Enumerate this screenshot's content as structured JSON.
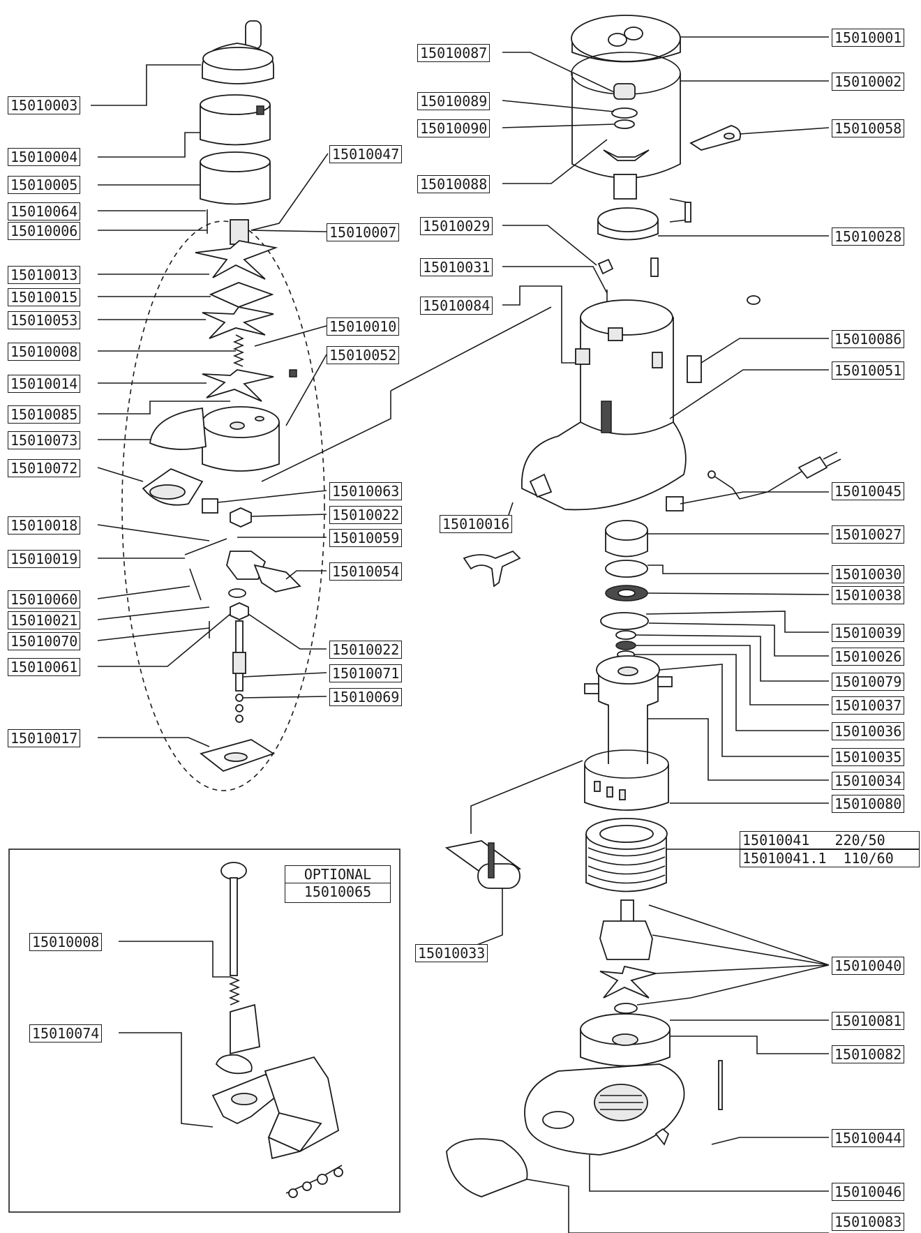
{
  "labels": {
    "p15010003": "15010003",
    "p15010004": "15010004",
    "p15010005": "15010005",
    "p15010064": "15010064",
    "p15010006": "15010006",
    "p15010047": "15010047",
    "p15010007": "15010007",
    "p15010013": "15010013",
    "p15010015": "15010015",
    "p15010053": "15010053",
    "p15010010": "15010010",
    "p15010008": "15010008",
    "p15010052": "15010052",
    "p15010014": "15010014",
    "p15010085": "15010085",
    "p15010073": "15010073",
    "p15010072": "15010072",
    "p15010063": "15010063",
    "p15010022a": "15010022",
    "p15010018": "15010018",
    "p15010059": "15010059",
    "p15010019": "15010019",
    "p15010054": "15010054",
    "p15010060": "15010060",
    "p15010021": "15010021",
    "p15010070": "15010070",
    "p15010061": "15010061",
    "p15010022b": "15010022",
    "p15010071": "15010071",
    "p15010069": "15010069",
    "p15010017": "15010017",
    "p15010087": "15010087",
    "p15010089": "15010089",
    "p15010090": "15010090",
    "p15010088": "15010088",
    "p15010029": "15010029",
    "p15010031": "15010031",
    "p15010084": "15010084",
    "p15010016": "15010016",
    "p15010033": "15010033",
    "p15010001": "15010001",
    "p15010002": "15010002",
    "p15010058": "15010058",
    "p15010028": "15010028",
    "p15010086": "15010086",
    "p15010051": "15010051",
    "p15010045": "15010045",
    "p15010027": "15010027",
    "p15010030": "15010030",
    "p15010038": "15010038",
    "p15010039": "15010039",
    "p15010026": "15010026",
    "p15010079": "15010079",
    "p15010037": "15010037",
    "p15010036": "15010036",
    "p15010035": "15010035",
    "p15010034": "15010034",
    "p15010080": "15010080",
    "p15010041": "15010041   220/50",
    "p15010041_1": "15010041.1  110/60",
    "p15010040": "15010040",
    "p15010081": "15010081",
    "p15010082": "15010082",
    "p15010044": "15010044",
    "p15010046": "15010046",
    "p15010083": "15010083",
    "opt_15010008": "15010008",
    "opt_15010074": "15010074"
  },
  "optional": {
    "title": "OPTIONAL",
    "part": "15010065"
  }
}
